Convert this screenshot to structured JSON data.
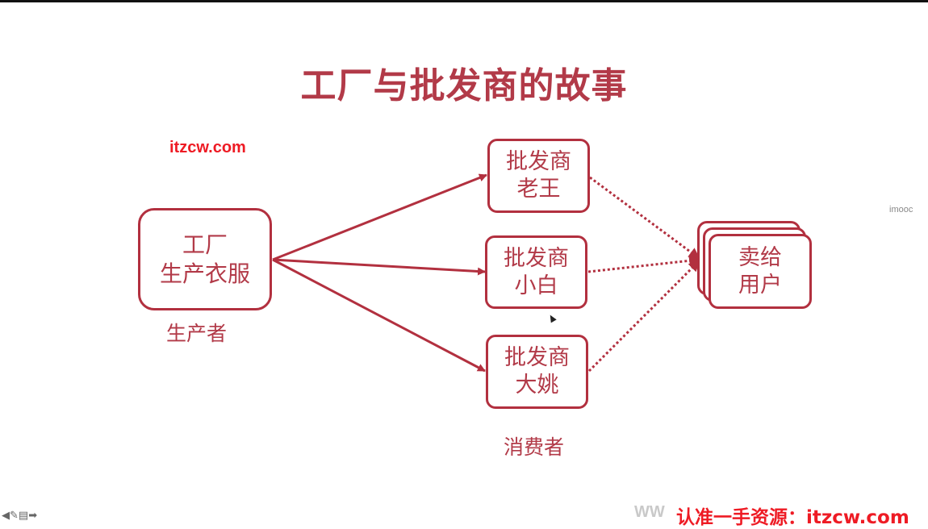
{
  "title": "工厂与批发商的故事",
  "site_tag": "itzcw.com",
  "imooc_mark": "imooc",
  "factory": {
    "line1": "工厂",
    "line2": "生产衣服",
    "caption": "生产者"
  },
  "wholesalers": [
    {
      "line1": "批发商",
      "line2": "老王"
    },
    {
      "line1": "批发商",
      "line2": "小白"
    },
    {
      "line1": "批发商",
      "line2": "大姚"
    }
  ],
  "wholesalers_caption": "消费者",
  "users": {
    "line1": "卖给",
    "line2": "用户"
  },
  "bottom_icons": [
    "arrow-left-icon",
    "pencil-icon",
    "menu-icon",
    "arrow-right-icon"
  ],
  "watermark_prefix": "WW",
  "watermark": "认准一手资源：itzcw.com",
  "colors": {
    "accent": "#b2303f",
    "text": "#b23a48",
    "watermark": "#ee1b24"
  }
}
